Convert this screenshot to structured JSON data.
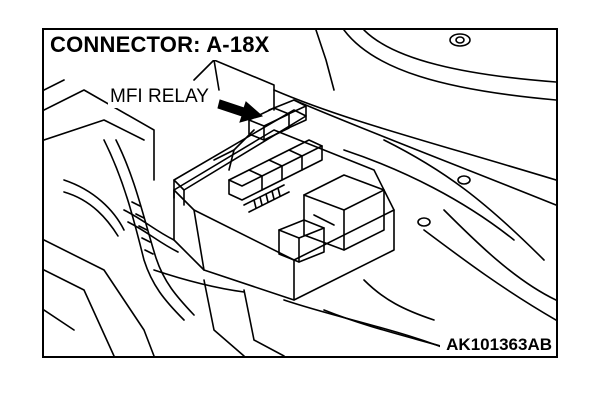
{
  "diagram": {
    "title": "CONNECTOR: A-18X",
    "callout_label": "MFI RELAY",
    "figure_id": "AK101363AB"
  },
  "colors": {
    "ink": "#000000",
    "background": "#ffffff",
    "shade": "#e6e6e6"
  }
}
